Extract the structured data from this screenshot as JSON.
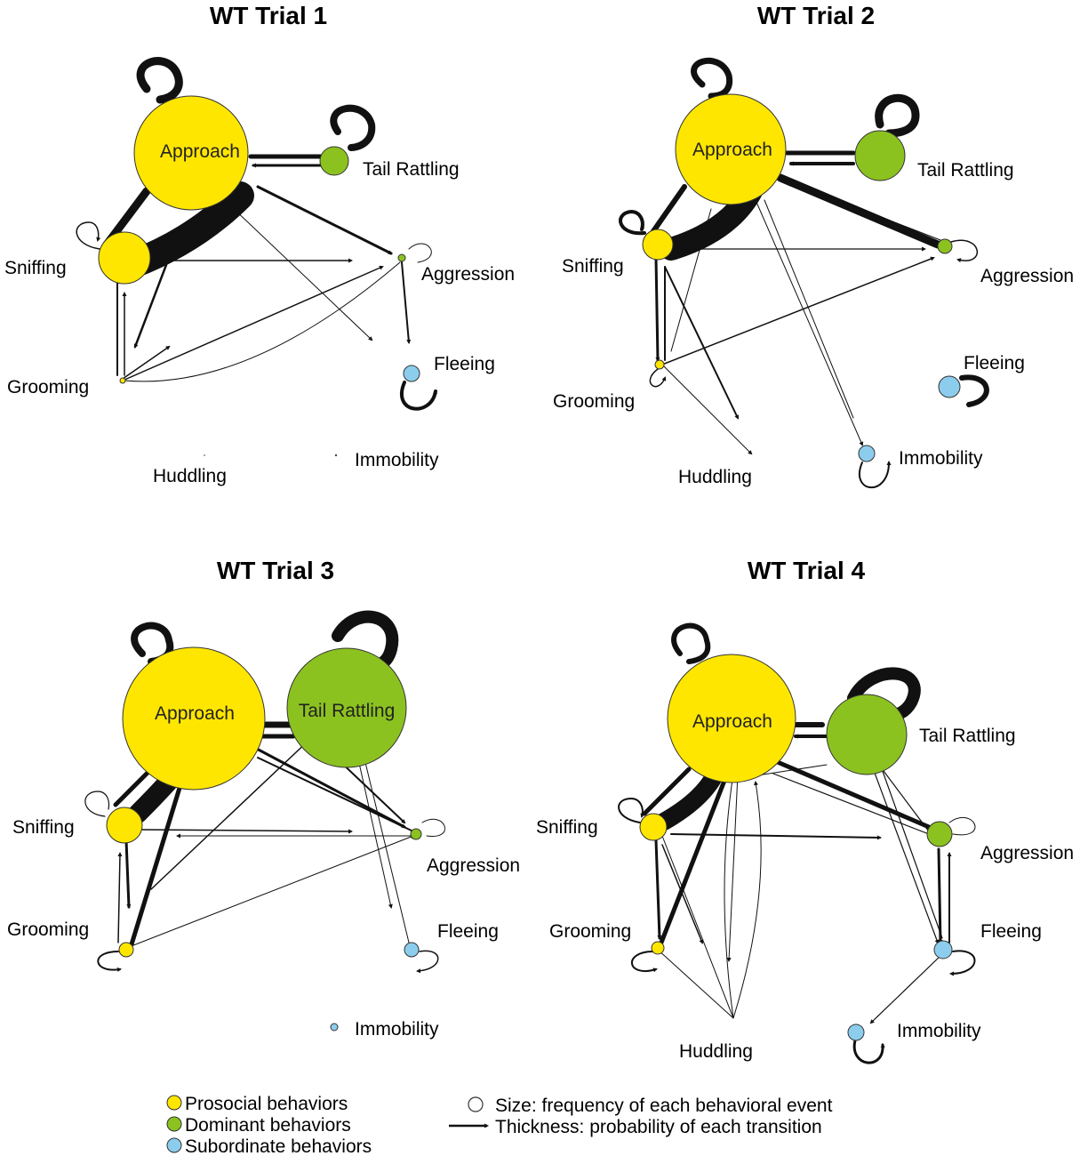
{
  "colors": {
    "prosocial": "#FFE600",
    "dominant": "#8CC21F",
    "subordinate": "#8CCDEE",
    "edge": "#111111"
  },
  "panels": [
    {
      "title": "WT Trial 1",
      "labels": {
        "approach": "Approach",
        "tail_rattling": "Tail Rattling",
        "sniffing": "Sniffing",
        "aggression": "Aggression",
        "grooming": "Grooming",
        "fleeing": "Fleeing",
        "huddling": "Huddling",
        "immobility": "Immobility"
      }
    },
    {
      "title": "WT Trial 2",
      "labels": {
        "approach": "Approach",
        "tail_rattling": "Tail Rattling",
        "sniffing": "Sniffing",
        "aggression": "Aggression",
        "grooming": "Grooming",
        "fleeing": "Fleeing",
        "huddling": "Huddling",
        "immobility": "Immobility"
      }
    },
    {
      "title": "WT Trial 3",
      "labels": {
        "approach": "Approach",
        "tail_rattling": "Tail Rattling",
        "sniffing": "Sniffing",
        "aggression": "Aggression",
        "grooming": "Grooming",
        "fleeing": "Fleeing",
        "immobility": "Immobility"
      }
    },
    {
      "title": "WT Trial 4",
      "labels": {
        "approach": "Approach",
        "tail_rattling": "Tail Rattling",
        "sniffing": "Sniffing",
        "aggression": "Aggression",
        "grooming": "Grooming",
        "fleeing": "Fleeing",
        "huddling": "Huddling",
        "immobility": "Immobility"
      }
    }
  ],
  "legend": {
    "prosocial": "Prosocial behaviors",
    "dominant": "Dominant behaviors",
    "subordinate": "Subordinate behaviors",
    "size": "Size: frequency of each behavioral event",
    "thickness": "Thickness: probability of each transition"
  }
}
